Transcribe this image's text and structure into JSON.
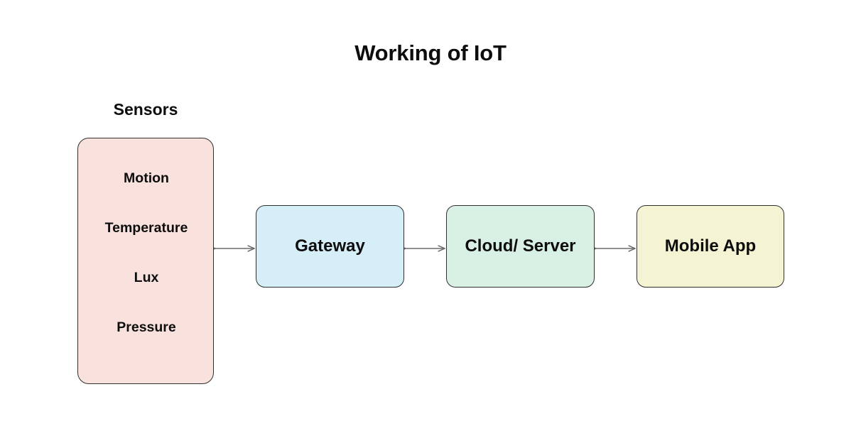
{
  "diagram": {
    "title": "Working of IoT",
    "background": "#ffffff",
    "group_label": "Sensors",
    "nodes": [
      {
        "id": "sensors",
        "label": "Sensors",
        "fill": "#f9e1dd",
        "stroke": "#30302f",
        "items": [
          "Motion",
          "Temperature",
          "Lux",
          "Pressure"
        ]
      },
      {
        "id": "gateway",
        "label": "Gateway",
        "fill": "#d6eef8",
        "stroke": "#30302f"
      },
      {
        "id": "cloud",
        "label": "Cloud/ Server",
        "fill": "#d9f0e5",
        "stroke": "#30302f"
      },
      {
        "id": "mobile",
        "label": "Mobile App",
        "fill": "#f4f4d4",
        "stroke": "#30302f"
      }
    ],
    "connectors": [
      {
        "id": "sensors-gateway",
        "from": "sensors",
        "to": "gateway",
        "direction": "bidirectional",
        "color": "#6b6b6b"
      },
      {
        "id": "gateway-cloud",
        "from": "gateway",
        "to": "cloud",
        "direction": "bidirectional",
        "color": "#6b6b6b"
      },
      {
        "id": "cloud-mobile",
        "from": "cloud",
        "to": "mobile",
        "direction": "bidirectional",
        "color": "#6b6b6b"
      }
    ]
  }
}
